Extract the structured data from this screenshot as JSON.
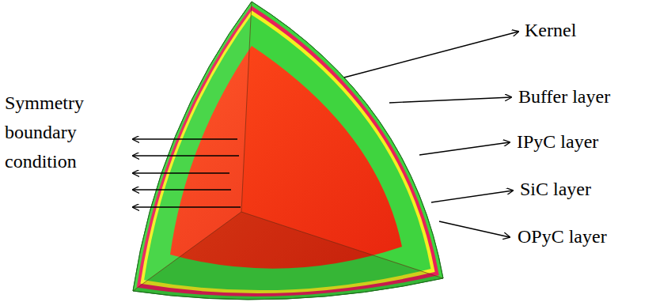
{
  "diagram": {
    "labels": [
      "Symmetry boundary condition",
      "Kernel",
      "Buffer layer",
      "IPyC layer",
      "SiC layer",
      "OPyC layer"
    ]
  }
}
